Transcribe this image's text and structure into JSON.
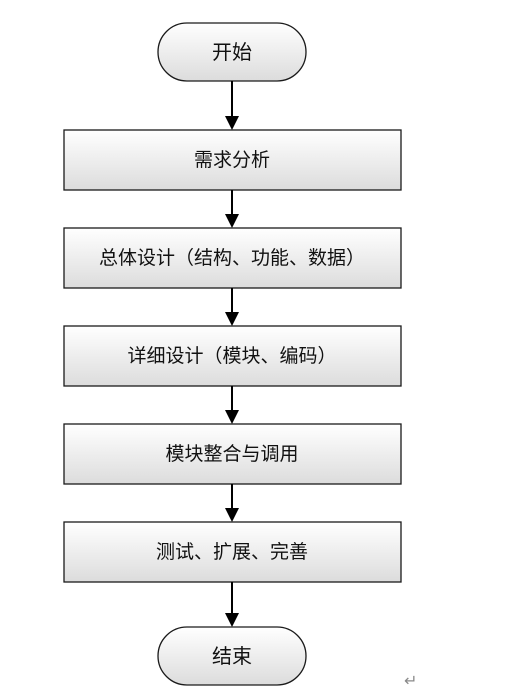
{
  "flowchart": {
    "start": "开始",
    "steps": [
      "需求分析",
      "总体设计（结构、功能、数据）",
      "详细设计（模块、编码）",
      "模块整合与调用",
      "测试、扩展、完善"
    ],
    "end": "结束"
  },
  "paragraph_mark": "↵",
  "colors": {
    "box_fill_top": "#ffffff",
    "box_fill_bottom": "#dcdcdc",
    "stroke": "#1a1a1a",
    "arrow": "#000000"
  }
}
